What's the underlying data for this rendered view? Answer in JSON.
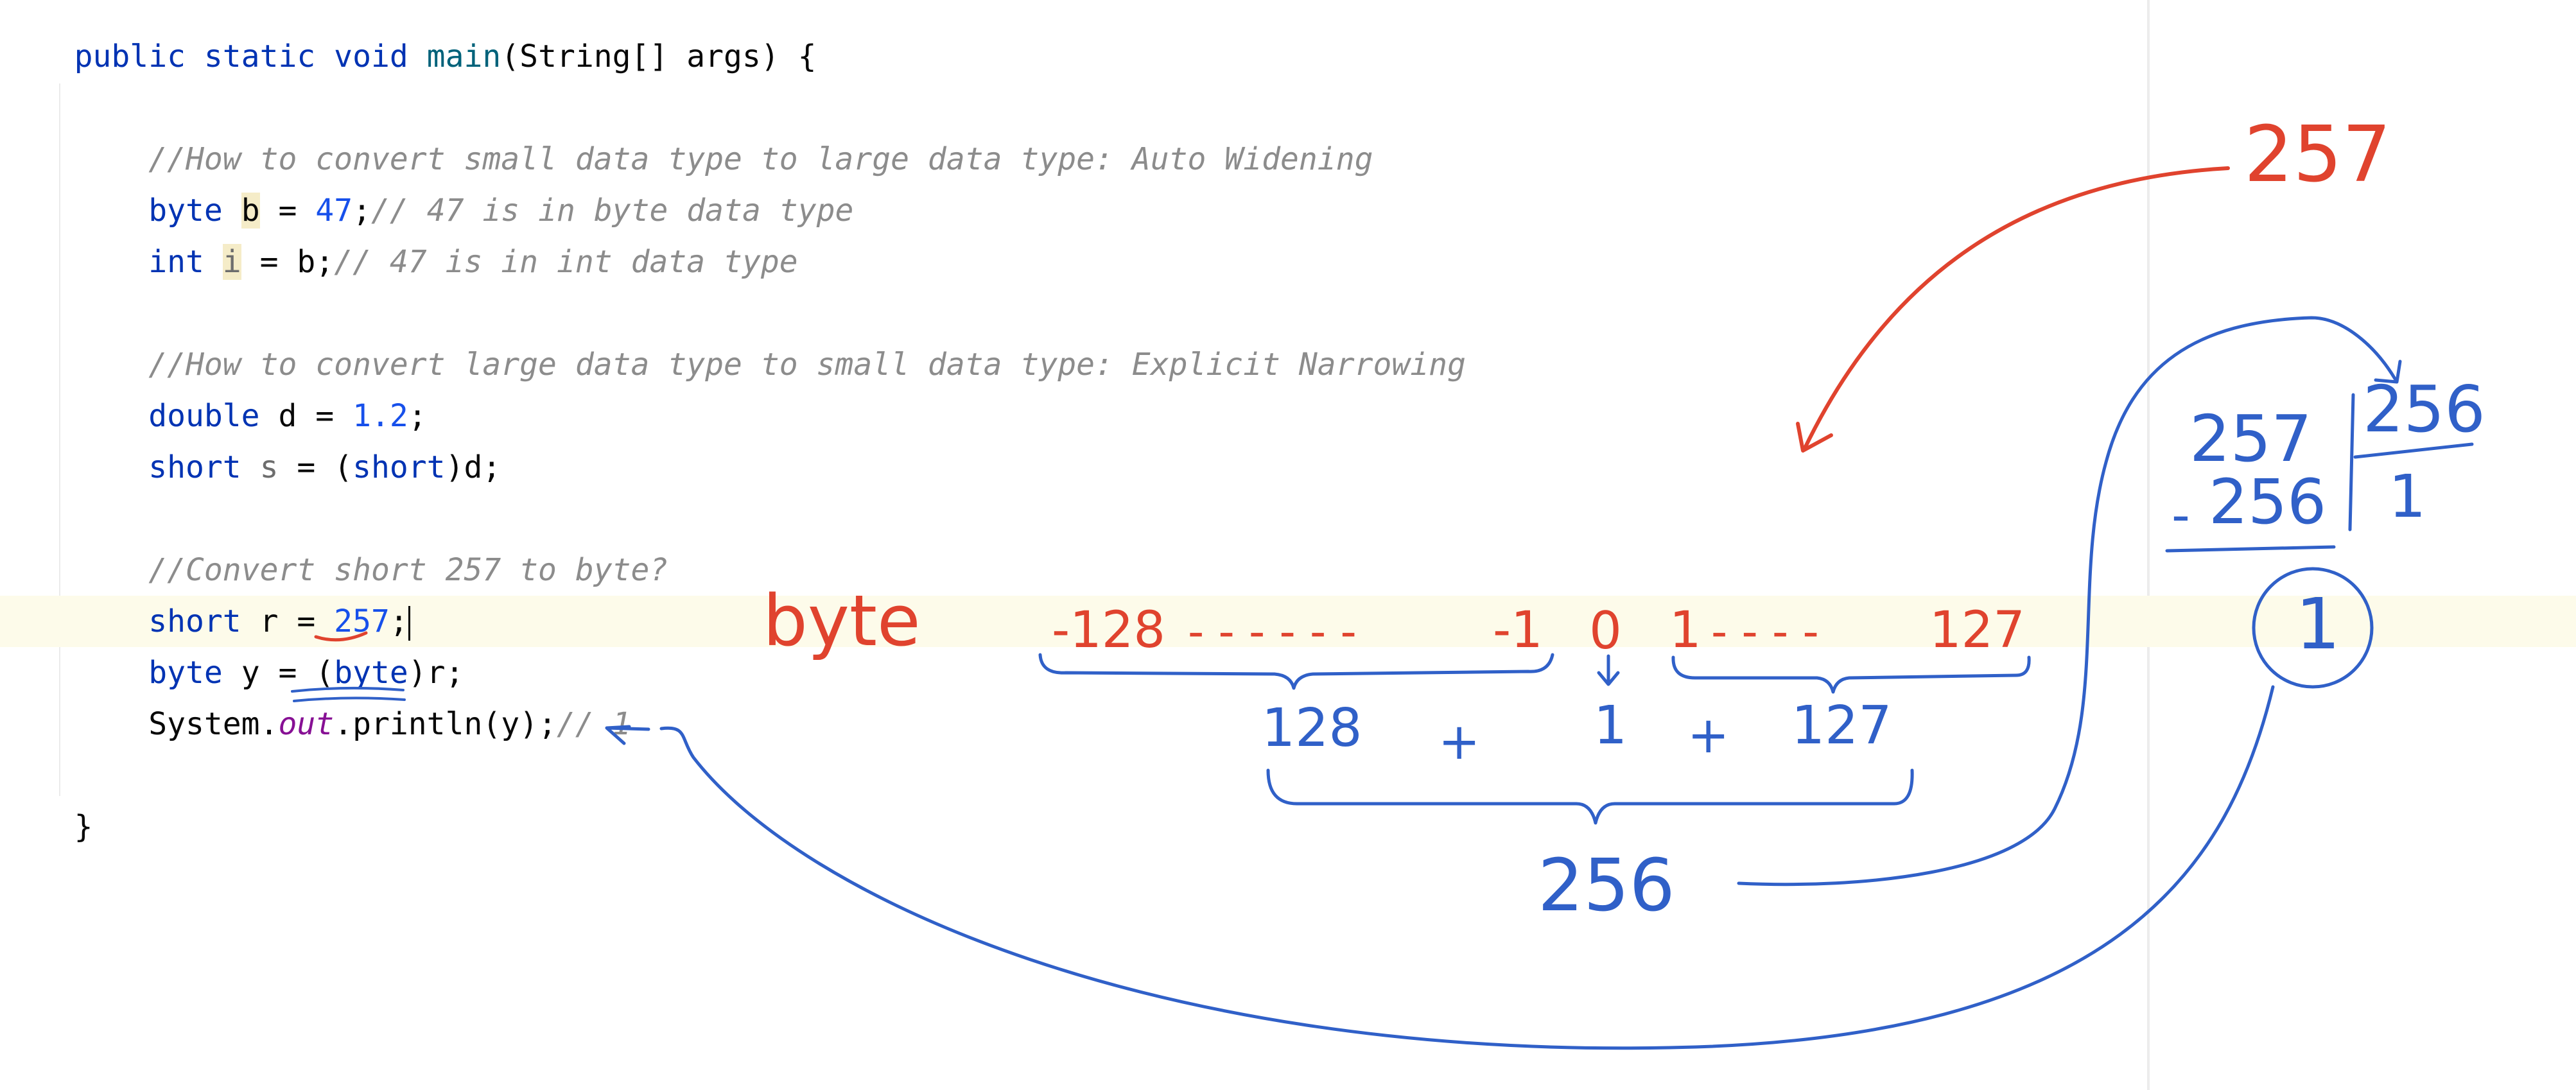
{
  "code": {
    "signature": {
      "mods": "public static void ",
      "method": "main",
      "params": "(String[] args) {"
    },
    "comment1": "//How to convert small data type to large data type: Auto Widening",
    "line_b": {
      "type": "byte ",
      "var": "b",
      "assign": " = ",
      "value": "47",
      "semi": ";",
      "comment": "// 47 is in byte data type"
    },
    "line_i": {
      "type": "int ",
      "var": "i",
      "rest": " = b;",
      "comment": "// 47 is in int data type"
    },
    "comment2": "//How to convert large data type to small data type: Explicit Narrowing",
    "line_d": {
      "type": "double ",
      "var": "d = ",
      "value": "1.2",
      "semi": ";"
    },
    "line_s": {
      "type": "short ",
      "var": "s",
      "eq": " = (",
      "cast": "short",
      "rest": ")d;"
    },
    "comment3": "//Convert short 257 to byte?",
    "line_r": {
      "type": "short ",
      "var": "r = ",
      "value": "257",
      "semi": ";"
    },
    "line_y": {
      "type": "byte ",
      "var": "y = (",
      "cast": "byte",
      "rest": ")r;"
    },
    "line_print": {
      "pre": "System.",
      "field": "out",
      "post": ".println(y);",
      "comment": "// 1"
    },
    "close_brace": "}"
  },
  "annotations": {
    "red_257": "257",
    "red_byte": "byte",
    "range_neg128": "-128",
    "range_dashes_left": "- - - - - -",
    "range_neg1": "-1",
    "range_zero": "0",
    "range_one": "1",
    "range_dashes_right": "- - - -",
    "range_127": "127",
    "sum_128": "128",
    "sum_plus_1": "+",
    "sum_1": "1",
    "sum_plus_2": "+",
    "sum_127": "127",
    "total_256": "256",
    "div_dividend": "257",
    "div_divisor": "256",
    "div_minus": "-",
    "div_sub": "256",
    "div_quotient": "1",
    "div_remainder": "1"
  },
  "colors": {
    "red_ink": "#e0432e",
    "blue_ink": "#3060c8"
  }
}
